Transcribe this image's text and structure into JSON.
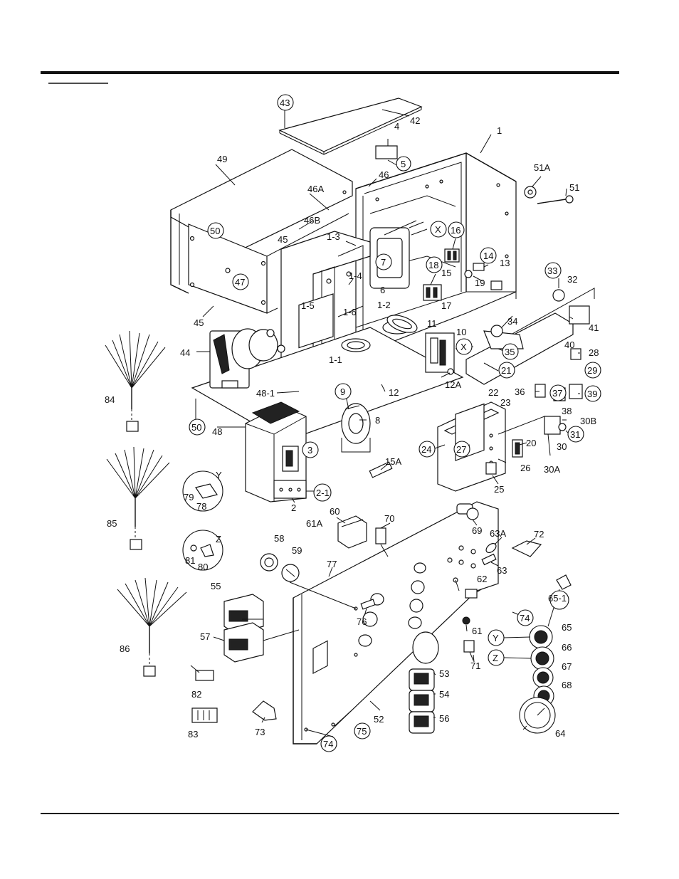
{
  "labels": {
    "l43": "43",
    "l42": "42",
    "l4": "4",
    "l1": "1",
    "l5": "5",
    "l46": "46",
    "l49": "49",
    "l46a": "46A",
    "l51a": "51A",
    "l51": "51",
    "l46b": "46B",
    "l50a": "50",
    "l45a": "45",
    "l1_3": "1-3",
    "lX1": "X",
    "l16": "16",
    "l7": "7",
    "l18": "18",
    "l15": "15",
    "l14": "14",
    "l13": "13",
    "l19": "19",
    "l33": "33",
    "l32": "32",
    "l47": "47",
    "l1_4": "1-4",
    "l6": "6",
    "l17": "17",
    "l1_5": "1-5",
    "l1_6": "1-6",
    "l1_2": "1-2",
    "l34": "34",
    "l41": "41",
    "l45b": "45",
    "l11": "11",
    "l10": "10",
    "l40": "40",
    "l44": "44",
    "l1_1": "1-1",
    "lX2": "X",
    "l35": "35",
    "l28": "28",
    "l21": "21",
    "l29": "29",
    "l84": "84",
    "l12a": "12A",
    "l12": "12",
    "l9": "9",
    "l48_1": "48-1",
    "l36": "36",
    "l37": "37",
    "l39": "39",
    "l22": "22",
    "l23": "23",
    "l38": "38",
    "l8": "8",
    "l30b": "30B",
    "l50b": "50",
    "l48": "48",
    "l20": "20",
    "l31": "31",
    "l30": "30",
    "l24": "24",
    "l27": "27",
    "l3": "3",
    "l26": "26",
    "l30a": "30A",
    "l15a": "15A",
    "lY1": "Y",
    "l79": "79",
    "l78": "78",
    "l2_1": "2-1",
    "l25": "25",
    "l2": "2",
    "l85": "85",
    "l60": "60",
    "l61a": "61A",
    "l70": "70",
    "l69": "69",
    "l63a": "63A",
    "l72": "72",
    "lZ1": "Z",
    "l58": "58",
    "l59": "59",
    "l63": "63",
    "l81": "81",
    "l80": "80",
    "l77": "77",
    "l65_1": "65-1",
    "l62": "62",
    "l55": "55",
    "l76": "76",
    "l74a": "74",
    "l61": "61",
    "l65": "65",
    "lY2": "Y",
    "l57": "57",
    "l66": "66",
    "lZ2": "Z",
    "l86": "86",
    "l71": "71",
    "l67": "67",
    "l53": "53",
    "l68": "68",
    "l82": "82",
    "l54": "54",
    "l52": "52",
    "l56": "56",
    "l83": "83",
    "l73": "73",
    "l75": "75",
    "l64": "64",
    "l74b": "74"
  }
}
